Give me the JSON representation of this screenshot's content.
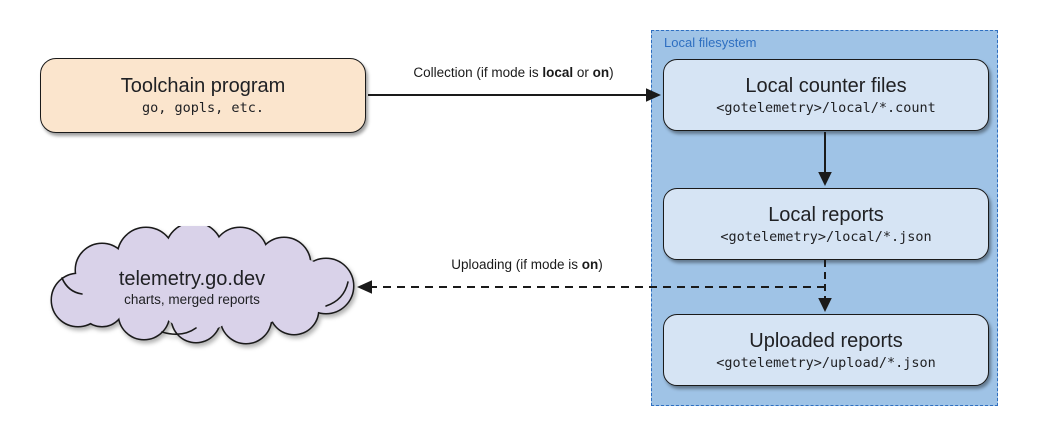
{
  "diagram": {
    "toolchain": {
      "title": "Toolchain program",
      "subtitle": "go, gopls, etc."
    },
    "local_filesystem": {
      "label": "Local filesystem",
      "nodes": [
        {
          "title": "Local counter files",
          "subtitle": "<gotelemetry>/local/*.count"
        },
        {
          "title": "Local reports",
          "subtitle": "<gotelemetry>/local/*.json"
        },
        {
          "title": "Uploaded reports",
          "subtitle": "<gotelemetry>/upload/*.json"
        }
      ]
    },
    "cloud": {
      "title": "telemetry.go.dev",
      "subtitle": "charts, merged reports"
    },
    "edges": {
      "collection": {
        "pre": "Collection (if mode is ",
        "bold_local": "local",
        "mid": " or ",
        "bold_on": "on",
        "post": ")"
      },
      "uploading": {
        "pre": "Uploading (if mode is ",
        "bold_on": "on",
        "post": ")"
      }
    },
    "colors": {
      "toolchain_fill": "#fbe5cd",
      "filesystem_fill": "#9fc3e6",
      "filesystem_border": "#2e6fc1",
      "filesystem_label_text": "#2e6fc1",
      "inner_node_fill": "#d6e4f4",
      "cloud_fill": "#d9d2e9",
      "line_stroke": "#1a1a1a"
    }
  }
}
